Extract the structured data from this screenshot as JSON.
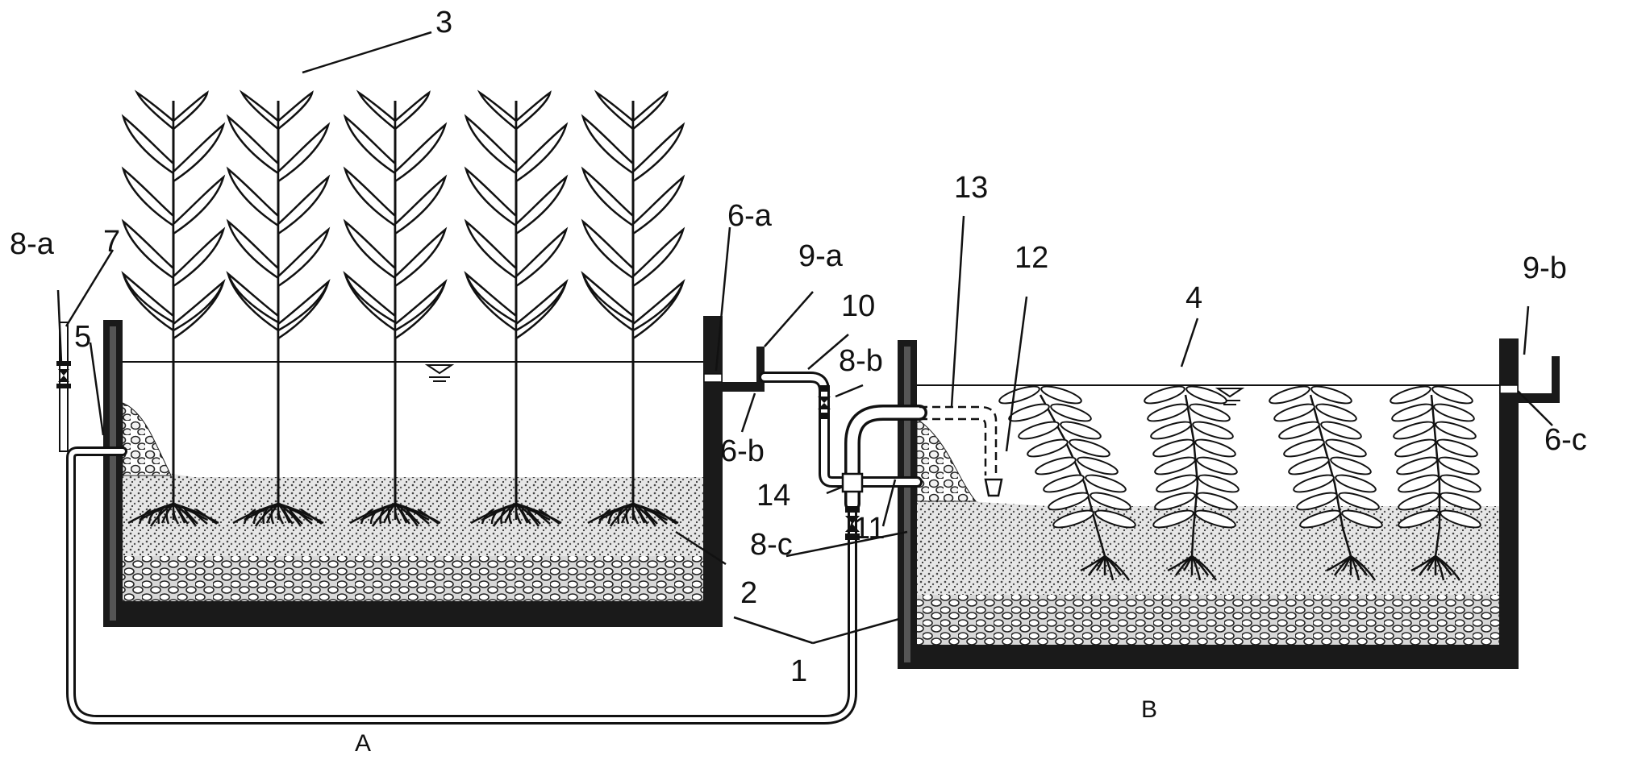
{
  "labels": {
    "l1": "1",
    "l2": "2",
    "l3": "3",
    "l4": "4",
    "l5": "5",
    "l6a": "6-a",
    "l6b": "6-b",
    "l6c": "6-c",
    "l7": "7",
    "l8a": "8-a",
    "l8b": "8-b",
    "l8c": "8-c",
    "l9a": "9-a",
    "l9b": "9-b",
    "l10": "10",
    "l11": "11",
    "l12": "12",
    "l13": "13",
    "l14": "14",
    "tankA": "A",
    "tankB": "B"
  },
  "colors": {
    "wall": "#1a1a1a",
    "line": "#111111",
    "gravel": "#9a9a9a",
    "sand": "#c4c4c4",
    "leaf_fill": "#ffffff"
  }
}
